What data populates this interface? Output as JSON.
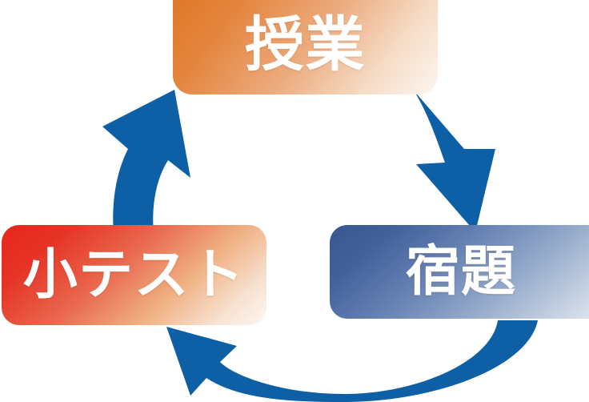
{
  "diagram": {
    "type": "cycle",
    "title": "",
    "background_color": "#ffffff",
    "arrow_color": "#0d5fa6",
    "nodes": [
      {
        "id": "class",
        "label": "授業",
        "position": "top",
        "gradient_from": "#df7726",
        "gradient_to": "#fdf6f1",
        "text_color": "#ffffff"
      },
      {
        "id": "homework",
        "label": "宿題",
        "position": "bottom-right",
        "gradient_from": "#39558f",
        "gradient_to": "#dde4ee",
        "text_color": "#ffffff"
      },
      {
        "id": "quiz",
        "label": "小テスト",
        "position": "bottom-left",
        "gradient_from": "#e8251c",
        "gradient_to": "#fdf7f3",
        "text_color": "#ffffff"
      }
    ],
    "arrows": [
      {
        "id": "class-to-homework",
        "from": "class",
        "to": "homework",
        "direction": "down-right",
        "color": "#0d5fa6"
      },
      {
        "id": "homework-to-quiz",
        "from": "homework",
        "to": "quiz",
        "direction": "left",
        "color": "#0d5fa6"
      },
      {
        "id": "quiz-to-class",
        "from": "quiz",
        "to": "class",
        "direction": "up-right",
        "color": "#0d5fa6"
      }
    ]
  }
}
